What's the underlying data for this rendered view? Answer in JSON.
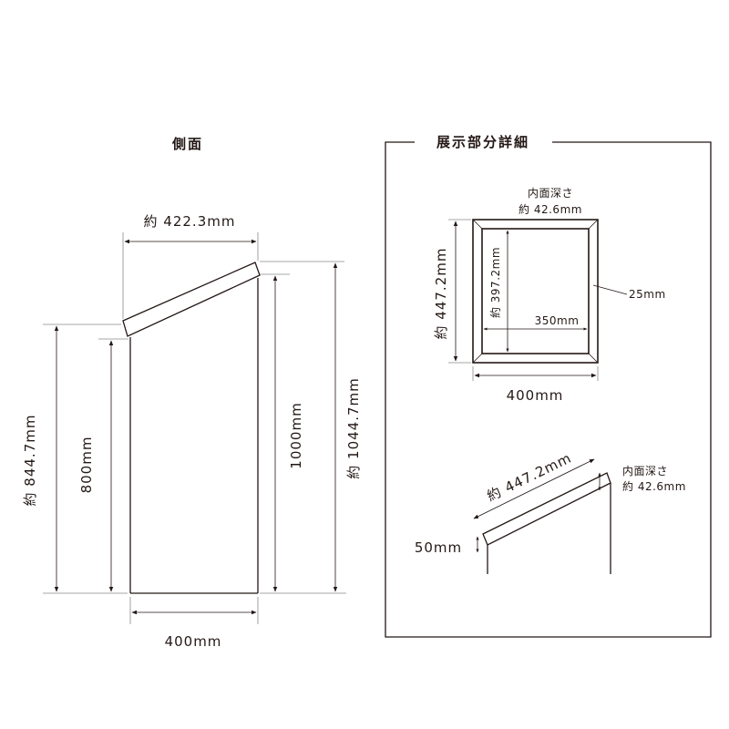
{
  "side_view": {
    "title": "側面",
    "width_top": "約 422.3mm",
    "height_left_outer": "約 844.7mm",
    "height_left_inner": "800mm",
    "height_right_inner": "1000mm",
    "height_right_outer": "約 1044.7mm",
    "width_bottom": "400mm"
  },
  "detail": {
    "title": "展示部分詳細",
    "top_view": {
      "depth_label_line1": "内面深さ",
      "depth_label_line2": "約 42.6mm",
      "outer_height": "約 447.2mm",
      "inner_height": "約 397.2mm",
      "inner_width": "350mm",
      "frame_width": "25mm",
      "outer_width": "400mm"
    },
    "side_view": {
      "length": "約 447.2mm",
      "depth_label_line1": "内面深さ",
      "depth_label_line2": "約 42.6mm",
      "thickness": "50mm"
    }
  }
}
